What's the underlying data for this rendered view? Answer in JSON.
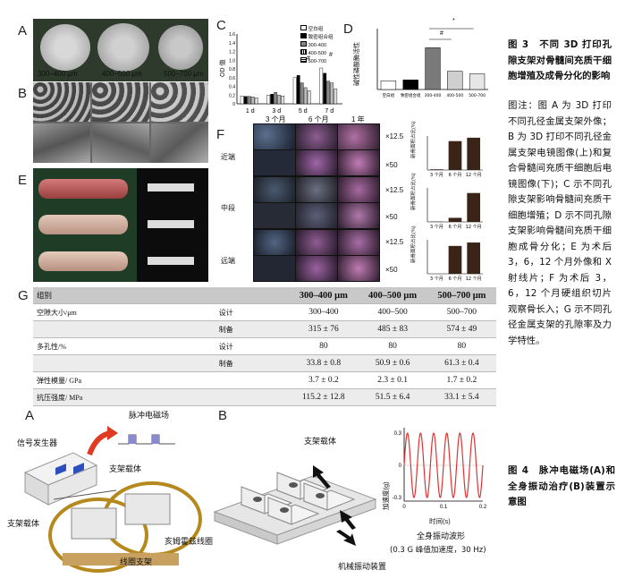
{
  "fig3": {
    "panel_labels": {
      "a": "A",
      "b": "B",
      "c": "C",
      "d": "D",
      "e": "E",
      "f": "F",
      "g": "G"
    },
    "panel_a_sizes": [
      "300–400 μm",
      "400–500 μm",
      "500–700 μm"
    ],
    "caption_title": "图 3　不同 3D 打印孔隙支架对骨髓间充质干细胞增殖及成骨分化的影响",
    "caption_body": "图注：图 A 为 3D 打印不同孔径金属支架外像；B 为 3D 打印不同孔径金属支架电镜图像(上)和复合骨髓间充质干细胞后电镜图像(下)；C 示不同孔隙支架影响骨髓间充质干细胞增殖；D 示不同孔隙支架影响骨髓间充质干细胞成骨分化；E 为术后 3，6，12 个月外像和 X 射线片；F 为术后 3，6，12 个月硬组织切片观察骨长入；G 示不同孔径金属支架的孔隙率及力学特性。",
    "chart_c": {
      "ylabel": "OD 值",
      "yticks": [
        "0",
        "0.2",
        "0.4",
        "0.6",
        "0.8",
        "1.0",
        "1.2",
        "1.4",
        "1.6"
      ],
      "legend": [
        "空白组",
        "致密组合组",
        "300-400",
        "400-500",
        "500-700"
      ],
      "xlabels": [
        "1 d",
        "3 d",
        "5 d",
        "7 d"
      ],
      "sig": "#"
    },
    "chart_d": {
      "ylabel": "碱性磷酸酶活性",
      "xlabels": [
        "空白组",
        "致密组合组",
        "300-400",
        "400-500",
        "500-700"
      ],
      "sig_hash": "#",
      "sig_star": "*"
    },
    "panel_f": {
      "col_headers": [
        "3 个月",
        "6 个月",
        "1 年"
      ],
      "row_labels": [
        "近端",
        "中段",
        "远端"
      ],
      "mag_top": "×12.5",
      "mag_bottom": "×50",
      "ylabel": "新骨面积占比(%)",
      "xlabels": [
        "3 个月",
        "6 个月",
        "12 个月"
      ]
    },
    "table_g": {
      "headers": [
        "组别",
        "300–400 μm",
        "400–500 μm",
        "500–700 μm"
      ],
      "rows": [
        {
          "prop": "空隙大小/μm",
          "kind": "设计",
          "v": [
            "300–400",
            "400–500",
            "500–700"
          ]
        },
        {
          "prop": "",
          "kind": "制备",
          "v": [
            "315 ± 76",
            "485 ± 83",
            "574 ± 49"
          ]
        },
        {
          "prop": "多孔性/%",
          "kind": "设计",
          "v": [
            "80",
            "80",
            "80"
          ]
        },
        {
          "prop": "",
          "kind": "制备",
          "v": [
            "33.8 ± 0.8",
            "50.9 ± 0.6",
            "61.3 ± 0.4"
          ]
        },
        {
          "prop": "弹性模量/ GPa",
          "kind": "",
          "v": [
            "3.7 ± 0.2",
            "2.3 ± 0.1",
            "1.7 ± 0.2"
          ]
        },
        {
          "prop": "抗压强度/ MPa",
          "kind": "",
          "v": [
            "115.2 ± 12.8",
            "51.5 ± 6.4",
            "33.1 ± 5.4"
          ]
        }
      ]
    }
  },
  "fig4": {
    "panel_labels": {
      "a": "A",
      "b": "B"
    },
    "labels_a": {
      "pulse": "脉冲电磁场",
      "generator": "信号发生器",
      "carrier1": "支架载体",
      "carrier2": "支架载体",
      "coil": "亥姆霍兹线圈",
      "stand": "线圈支架"
    },
    "labels_b": {
      "carrier": "支架载体",
      "device": "机械振动装置",
      "wave_title": "全身振动波形",
      "wave_desc": "(0.3 G 峰值加速度，30 Hz)",
      "ylabel": "加速度(g)",
      "xlabel": "时间(s)",
      "yticks": [
        "0.3",
        "0",
        "-0.3"
      ],
      "xticks": [
        "0",
        "0.1",
        "0.2"
      ]
    },
    "caption": "图 4　脉冲电磁场(A)和全身振动治疗(B)装置示意图"
  },
  "chart_data": [
    {
      "type": "bar",
      "title": "",
      "ylabel": "OD 值",
      "ylim": [
        0,
        1.6
      ],
      "categories": [
        "1 d",
        "3 d",
        "5 d",
        "7 d"
      ],
      "series": [
        {
          "name": "空白组",
          "values": [
            0.18,
            0.2,
            0.6,
            0.82
          ]
        },
        {
          "name": "致密组合组",
          "values": [
            0.17,
            0.22,
            0.65,
            0.7
          ]
        },
        {
          "name": "300-400",
          "values": [
            0.17,
            0.26,
            0.48,
            0.52
          ]
        },
        {
          "name": "400-500",
          "values": [
            0.16,
            0.2,
            0.37,
            0.48
          ]
        },
        {
          "name": "500-700",
          "values": [
            0.14,
            0.18,
            0.3,
            0.34
          ]
        }
      ]
    },
    {
      "type": "bar",
      "title": "",
      "ylabel": "碱性磷酸酶活性",
      "ylim": [
        0,
        0.7
      ],
      "categories": [
        "空白组",
        "致密组合组",
        "300-400",
        "400-500",
        "500-700"
      ],
      "values": [
        0.1,
        0.11,
        0.48,
        0.21,
        0.18
      ]
    },
    {
      "type": "bar",
      "title": "",
      "ylabel": "新骨面积占比(%)",
      "ylim": [
        0,
        1
      ],
      "categories": [
        "3 个月",
        "6 个月",
        "12 个月"
      ],
      "values": [
        0.02,
        0.85,
        0.95
      ]
    },
    {
      "type": "bar",
      "title": "",
      "ylabel": "新骨面积占比(%)",
      "ylim": [
        0,
        1
      ],
      "categories": [
        "3 个月",
        "6 个月",
        "12 个月"
      ],
      "values": [
        0.01,
        0.12,
        0.85
      ]
    },
    {
      "type": "bar",
      "title": "",
      "ylabel": "新骨面积占比(%)",
      "ylim": [
        0,
        1
      ],
      "categories": [
        "3 个月",
        "6 个月",
        "12 个月"
      ],
      "values": [
        0.0,
        0.82,
        0.92
      ]
    },
    {
      "type": "line",
      "title": "",
      "xlabel": "时间(s)",
      "ylabel": "加速度(g)",
      "xlim": [
        0,
        0.2
      ],
      "ylim": [
        -0.3,
        0.3
      ],
      "x": [
        0,
        0.1,
        0.2
      ],
      "amplitude": 0.3,
      "frequency_hz": 30
    }
  ]
}
